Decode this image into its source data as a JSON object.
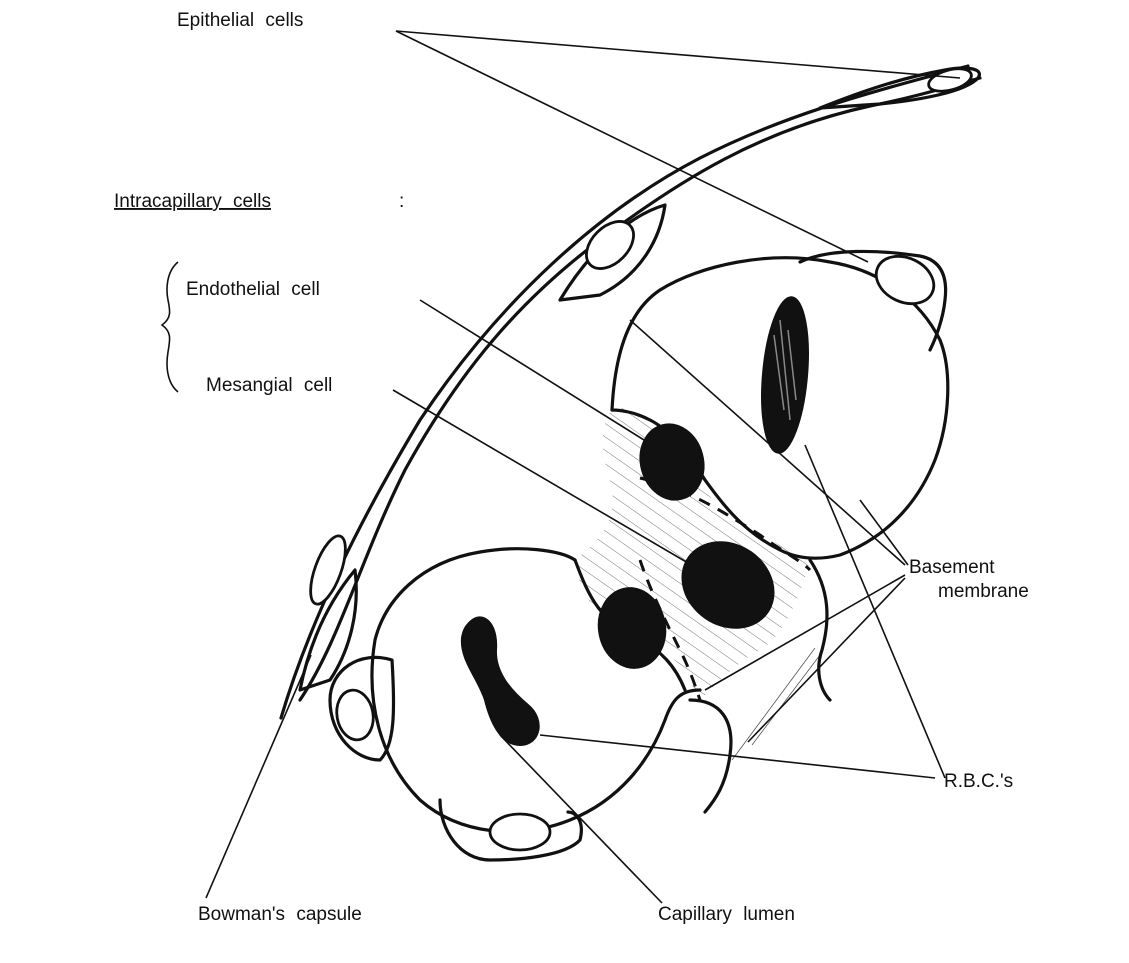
{
  "labels": {
    "epithelial_cells": "Epithelial cells",
    "intracapillary_cells": "Intracapillary cells",
    "intracapillary_colon": ":",
    "endothelial_cell": "Endothelial cell",
    "mesangial_cell": "Mesangial cell",
    "basement_membrane_line1": "Basement",
    "basement_membrane_line2": "membrane",
    "rbcs": "R.B.C.'s",
    "bowmans_capsule": "Bowman's capsule",
    "capillary_lumen": "Capillary lumen"
  }
}
